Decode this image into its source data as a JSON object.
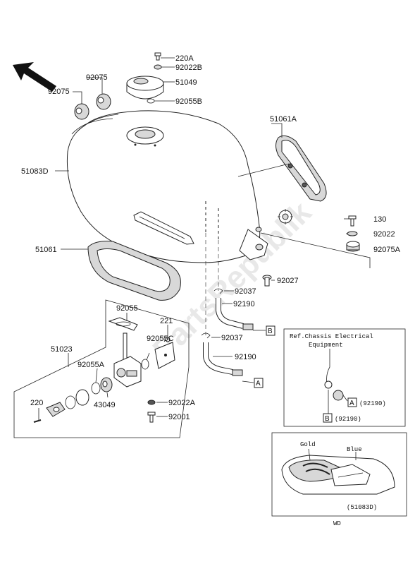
{
  "watermark": "PartsRepublik",
  "labels": {
    "p220A": "220A",
    "p92022B": "92022B",
    "p51049": "51049",
    "p92055B": "92055B",
    "p92075_top": "92075",
    "p92075_mid": "92075",
    "p51061A": "51061A",
    "p51083D": "51083D",
    "p130": "130",
    "p92022": "92022",
    "p92075A": "92075A",
    "p51061": "51061",
    "p92027": "92027",
    "p92037_a": "92037",
    "p92190_a": "92190",
    "p92055": "92055",
    "p221": "221",
    "p51023": "51023",
    "p92055C": "92055C",
    "p92037_b": "92037",
    "p92190_b": "92190",
    "p92055A": "92055A",
    "p220": "220",
    "p43049": "43049",
    "p92022A": "92022A",
    "p92001": "92001",
    "box_b": "B",
    "box_a": "A"
  },
  "ref_box": {
    "line1": "Ref.Chassis Electrical",
    "line2": "Equipment",
    "a_tag": "A",
    "a_num": "(92190)",
    "b_tag": "B",
    "b_num": "(92190)"
  },
  "inset": {
    "gold": "Gold",
    "blue": "Blue",
    "part_no": "(51083D)",
    "caption": "WD"
  }
}
